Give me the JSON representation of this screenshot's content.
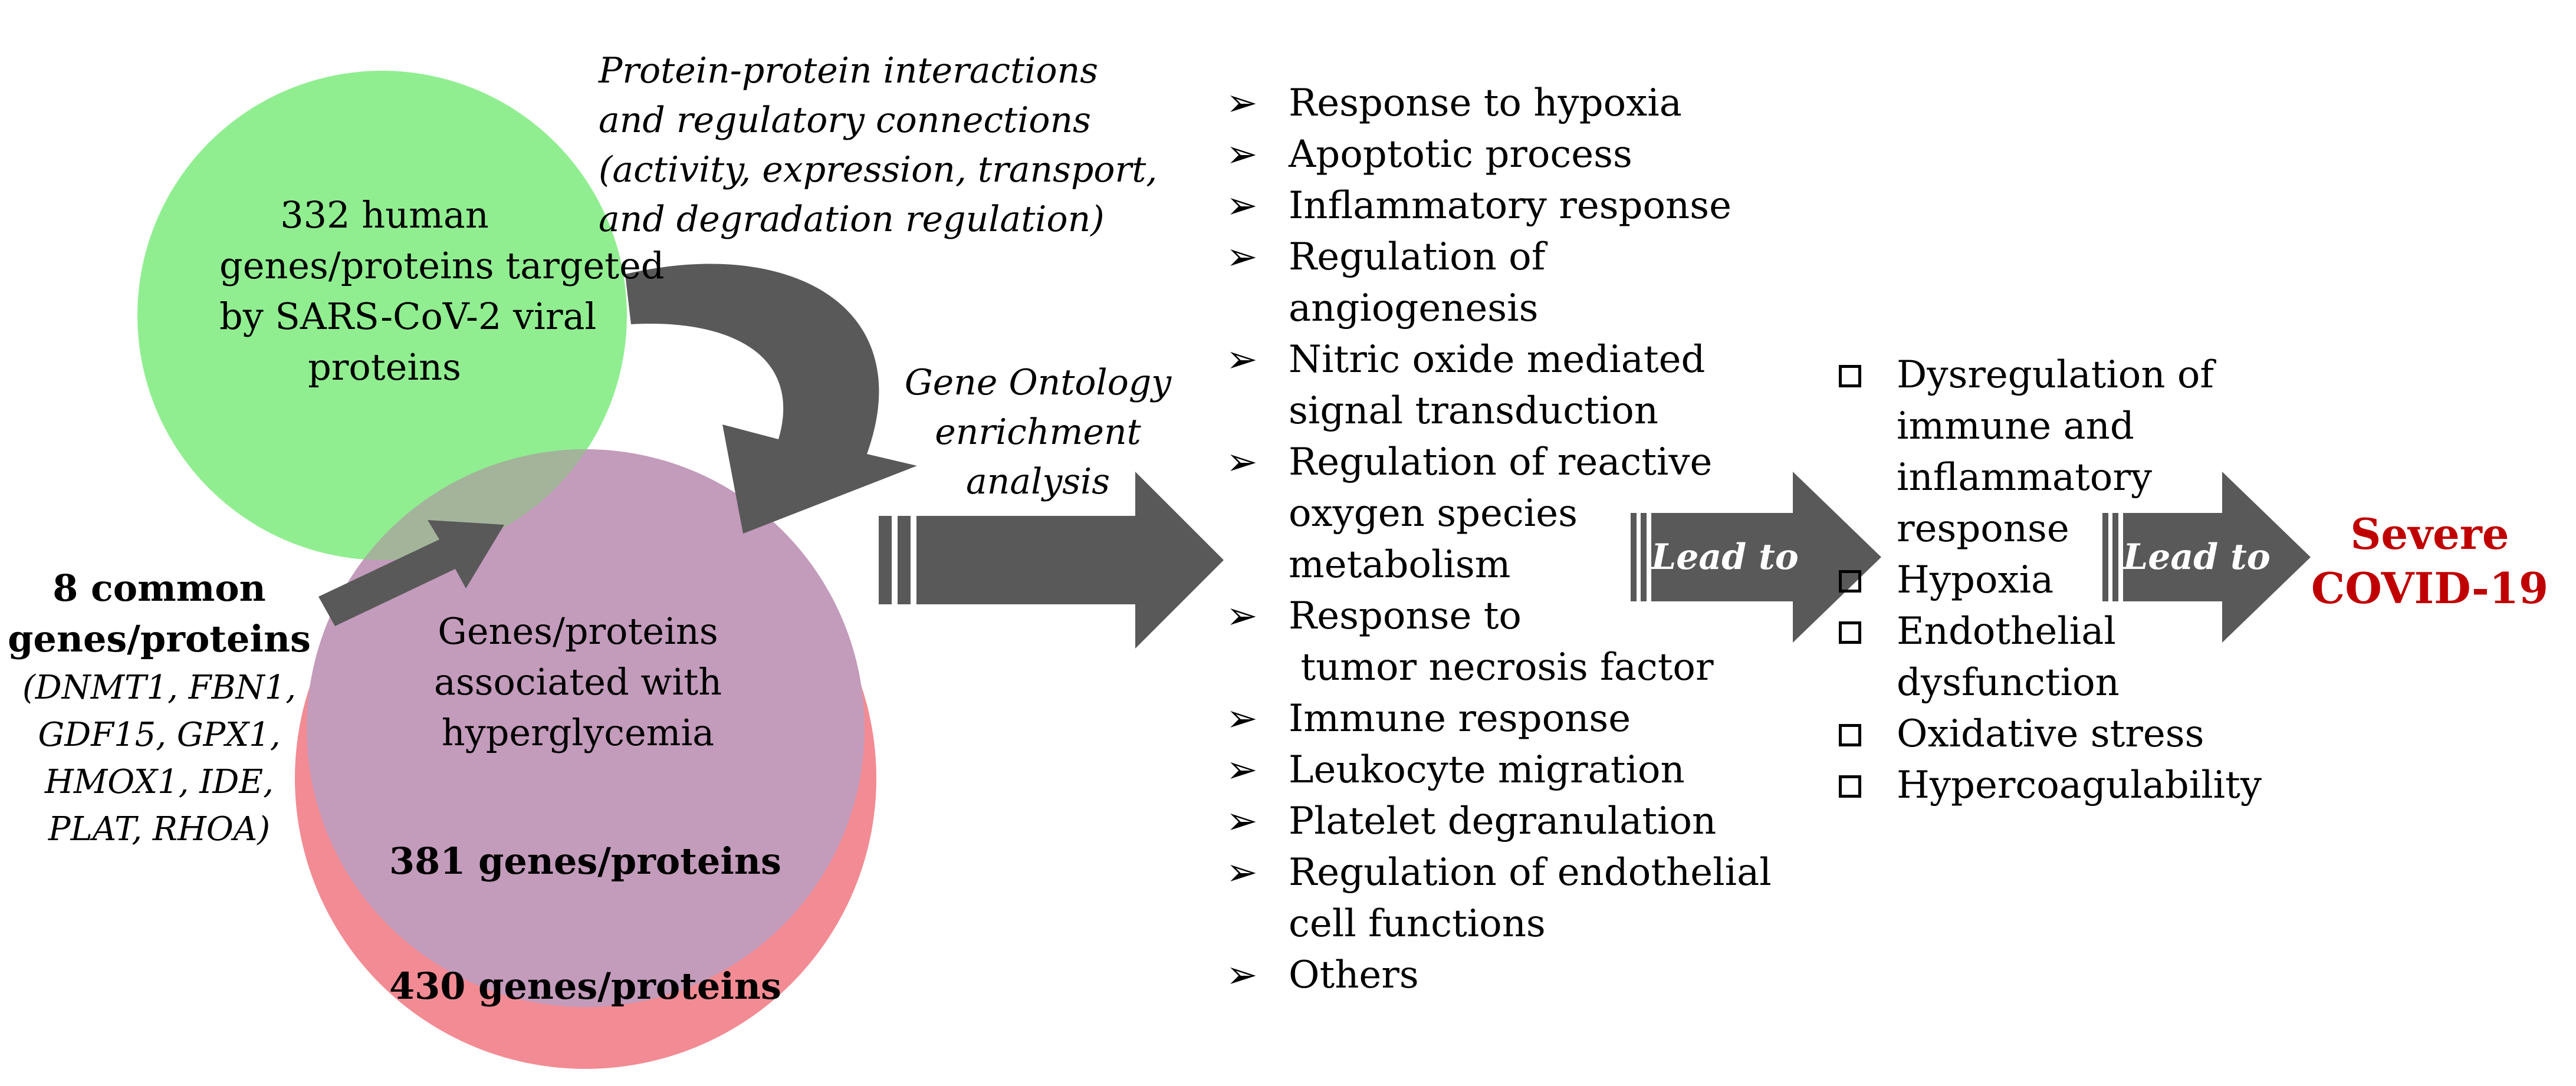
{
  "venn": {
    "green": {
      "lines": [
        "332 human",
        "genes/proteins targeted",
        "by SARS-CoV-2 viral",
        "proteins"
      ],
      "color": "#90ee90"
    },
    "purple": {
      "lines": [
        "Genes/proteins",
        "associated with",
        "hyperglycemia"
      ],
      "count": "381 genes/proteins",
      "color": "#c39bbb"
    },
    "red": {
      "count": "430 genes/proteins",
      "color": "#f28b93"
    },
    "common": {
      "title": [
        "8 common",
        "genes/proteins"
      ],
      "genes": [
        "(DNMT1, FBN1,",
        "GDF15, GPX1,",
        "HMOX1, IDE,",
        "PLAT, RHOA)"
      ]
    }
  },
  "ppi_label": [
    "Protein-protein interactions",
    "and regulatory connections",
    "(activity, expression, transport,",
    "and degradation regulation)"
  ],
  "go_label": [
    "Gene Ontology",
    "enrichment",
    "analysis"
  ],
  "go_terms": [
    [
      "Response to hypoxia"
    ],
    [
      "Apoptotic process"
    ],
    [
      "Inflammatory response"
    ],
    [
      "Regulation of",
      "angiogenesis"
    ],
    [
      "Nitric oxide mediated",
      "signal transduction"
    ],
    [
      "Regulation of reactive",
      "oxygen species",
      "metabolism"
    ],
    [
      "Response to",
      " tumor necrosis factor"
    ],
    [
      "Immune response"
    ],
    [
      "Leukocyte migration"
    ],
    [
      "Platelet degranulation"
    ],
    [
      "Regulation of endothelial",
      "cell functions"
    ],
    [
      "Others"
    ]
  ],
  "lead_to_1": "Lead to",
  "outcomes": [
    [
      "Dysregulation of",
      "immune and",
      "inflammatory",
      "response"
    ],
    [
      "Hypoxia"
    ],
    [
      "Endothelial",
      "dysfunction"
    ],
    [
      "Oxidative stress"
    ],
    [
      "Hypercoagulability"
    ]
  ],
  "lead_to_2": "Lead to",
  "result": [
    "Severe",
    "COVID-19"
  ],
  "colors": {
    "arrow": "#595959",
    "result": "#c00000"
  },
  "icons": {
    "bullet": "arrowhead-bullet-icon",
    "checkbox": "checkbox-icon"
  }
}
